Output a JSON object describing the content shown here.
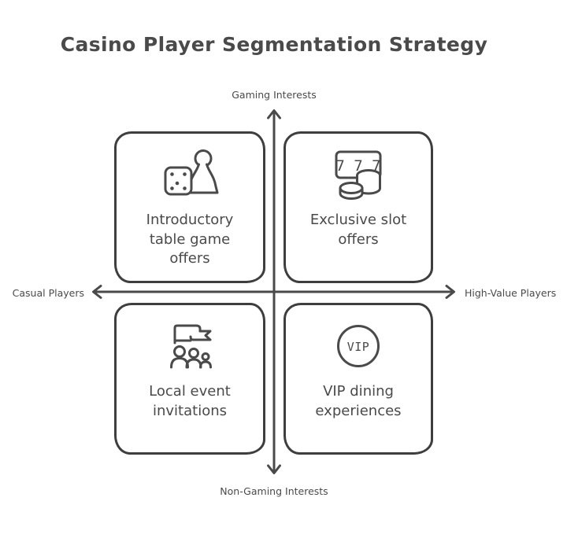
{
  "title": "Casino Player Segmentation Strategy",
  "axes": {
    "top_label": "Gaming Interests",
    "bottom_label": "Non-Gaming Interests",
    "left_label": "Casual Players",
    "right_label": "High-Value Players"
  },
  "quadrants": [
    {
      "position": "top-left",
      "label": "Introductory table game offers",
      "lines": [
        "Introductory",
        "table game",
        "offers"
      ],
      "icon": "dice-pawn-icon"
    },
    {
      "position": "top-right",
      "label": "Exclusive slot offers",
      "lines": [
        "Exclusive slot",
        "offers"
      ],
      "icon": "slot-777-coins-icon"
    },
    {
      "position": "bottom-left",
      "label": "Local event invitations",
      "lines": [
        "Local event",
        "invitations"
      ],
      "icon": "flag-people-icon"
    },
    {
      "position": "bottom-right",
      "label": "VIP dining experiences",
      "lines": [
        "VIP dining",
        "experiences"
      ],
      "icon": "vip-badge-icon"
    }
  ],
  "icons": {
    "slot_display": "7 7 7",
    "vip_label": "VIP"
  },
  "colors": {
    "ink": "#4a4a4a",
    "box_border": "#3e3e3e",
    "background": "#ffffff"
  }
}
